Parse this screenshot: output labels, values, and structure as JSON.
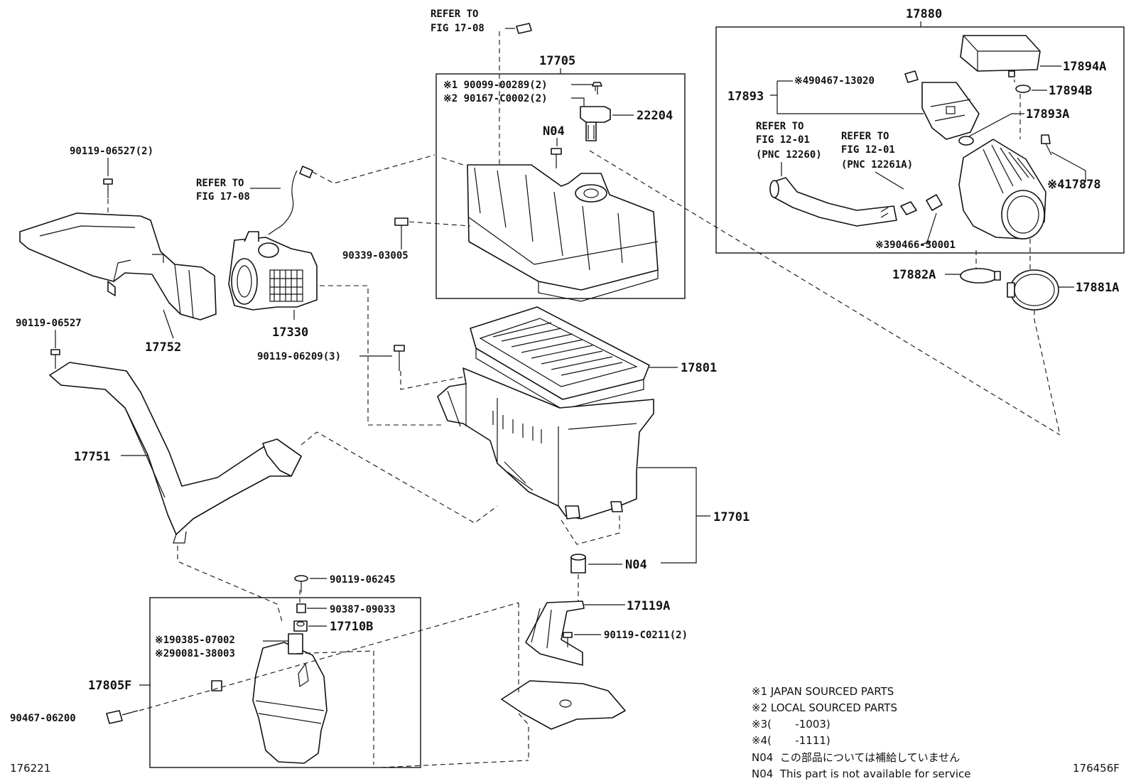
{
  "refs": {
    "refer_to": "REFER TO",
    "fig_17_08": "FIG 17-08",
    "fig_12_01": "FIG 12-01",
    "pnc_12260": "(PNC 12260)",
    "pnc_12261a": "(PNC 12261A)"
  },
  "groups": {
    "g17705": "17705",
    "g17880": "17880"
  },
  "parts": {
    "p90099": "※1 90099-00289(2)",
    "p90167": "※2 90167-C0002(2)",
    "p22204": "22204",
    "pN04a": "N04",
    "p90339": "90339-03005",
    "p90119_06527_2": "90119-06527(2)",
    "p17752": "17752",
    "p17330": "17330",
    "p90119_06527": "90119-06527",
    "p90119_06209": "90119-06209(3)",
    "p17801": "17801",
    "p17751": "17751",
    "p17701": "17701",
    "pN04b": "N04",
    "p90119_06245": "90119-06245",
    "p90387": "90387-09033",
    "p17710B": "17710B",
    "p17119A": "17119A",
    "p90119_C0211": "90119-C0211(2)",
    "p90385": "※190385-07002",
    "p90081": "※290081-38003",
    "p17805F": "17805F",
    "p90467_06200": "90467-06200",
    "p17893": "17893",
    "p90467_13020": "※490467-13020",
    "p17894A": "17894A",
    "p17894B": "17894B",
    "p17893A": "17893A",
    "p17878": "※417878",
    "p90466": "※390466-30001",
    "p17882A": "17882A",
    "p17881A": "17881A"
  },
  "notes": {
    "n1": "※1 JAPAN SOURCED PARTS",
    "n2": "※2 LOCAL SOURCED PARTS",
    "n3": "※3(       -1003)",
    "n4": "※4(       -1111)",
    "n5": "N04  この部品については補給していません",
    "n6": "N04  This part is not available for service"
  },
  "footer": {
    "left_id": "176221",
    "right_id": "176456F"
  }
}
